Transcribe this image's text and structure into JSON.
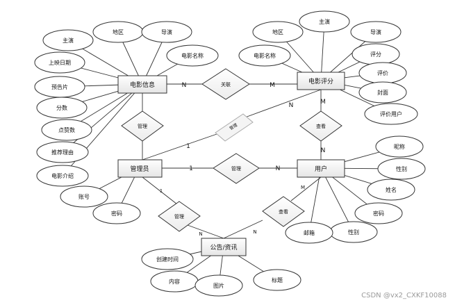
{
  "entities": {
    "movie_info": "电影信息",
    "movie_review": "电影评分",
    "admin": "管理员",
    "user": "用户",
    "notice": "公告/资讯"
  },
  "relationships": {
    "movie_link": "关联",
    "manage_movie": "管理",
    "manage_review": "管理",
    "manage_user": "管理",
    "manage_notice": "管理",
    "view_review": "查看",
    "view_notice": "查看"
  },
  "attributes": {
    "movie_info": [
      "主演",
      "地区",
      "导演",
      "电影名称",
      "上映日期",
      "预告片",
      "分数",
      "点赞数",
      "推荐理由",
      "电影介绍"
    ],
    "movie_review": [
      "地区",
      "主演",
      "导演",
      "电影名称",
      "评分",
      "评价",
      "封面",
      "评价用户"
    ],
    "user": [
      "昵称",
      "性别",
      "姓名",
      "密码",
      "性别",
      "邮箱"
    ],
    "admin": [
      "账号",
      "密码"
    ],
    "notice": [
      "创建时间",
      "内容",
      "图片",
      "标题"
    ]
  },
  "cardinalities": {
    "movie_link_left": "N",
    "movie_link_right": "M",
    "manage_movie_top": "1",
    "manage_review_admin": "1",
    "manage_review_review": "N",
    "manage_user_admin": "1",
    "manage_user_user": "N",
    "manage_notice_admin": "1",
    "manage_notice_notice": "N",
    "view_review_top": "M",
    "view_review_bottom": "N",
    "view_notice_user": "M",
    "view_notice_notice": "N"
  },
  "watermark": "CSDN @vx2_CXKF10088"
}
